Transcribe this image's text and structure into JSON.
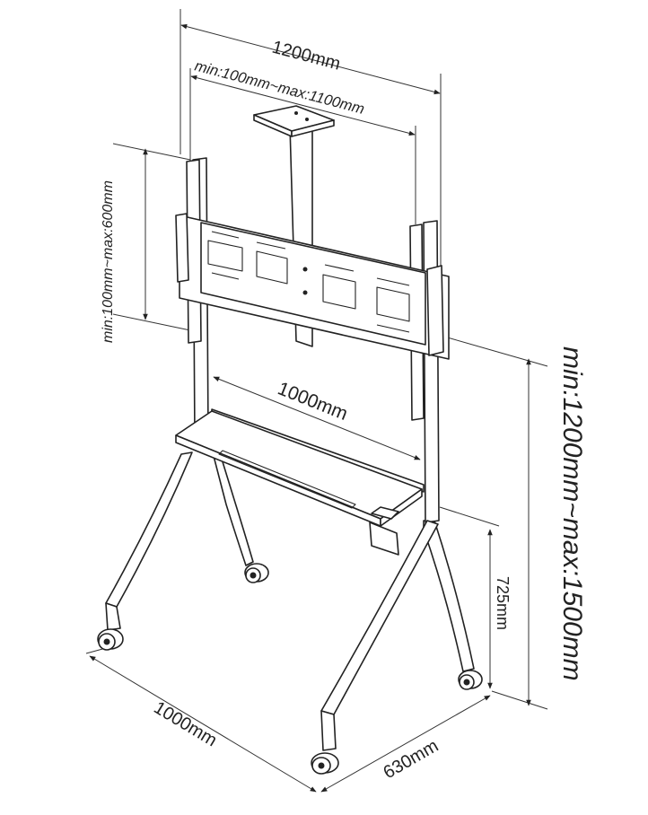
{
  "dimensions": {
    "top_width": "1200mm",
    "vesa_horizontal": "min:100mm~max:1100mm",
    "vesa_vertical": "min:100mm~max:600mm",
    "shelf_width": "1000mm",
    "height_range": "min:1200mm~max:1500mm",
    "shelf_height": "725mm",
    "base_width": "1000mm",
    "base_depth": "630mm"
  },
  "colors": {
    "line": "#222222",
    "background": "#ffffff"
  }
}
